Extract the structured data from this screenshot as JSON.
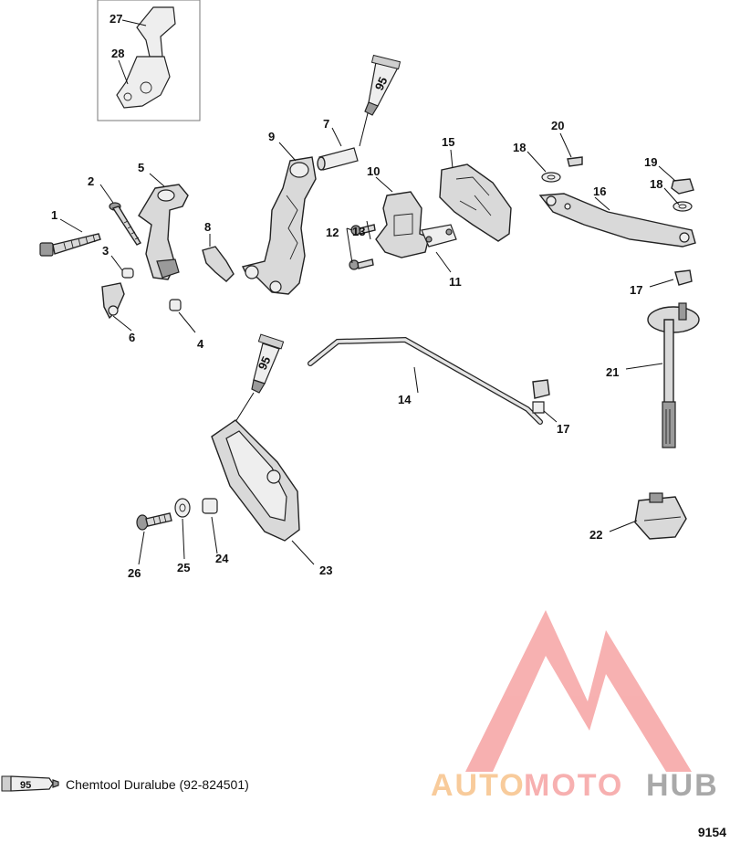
{
  "callouts": [
    {
      "id": "27",
      "label": "27"
    },
    {
      "id": "28",
      "label": "28"
    },
    {
      "id": "1",
      "label": "1"
    },
    {
      "id": "2",
      "label": "2"
    },
    {
      "id": "3",
      "label": "3"
    },
    {
      "id": "4",
      "label": "4"
    },
    {
      "id": "5",
      "label": "5"
    },
    {
      "id": "6",
      "label": "6"
    },
    {
      "id": "7",
      "label": "7"
    },
    {
      "id": "8",
      "label": "8"
    },
    {
      "id": "9",
      "label": "9"
    },
    {
      "id": "10",
      "label": "10"
    },
    {
      "id": "11",
      "label": "11"
    },
    {
      "id": "12",
      "label": "12"
    },
    {
      "id": "13",
      "label": "13"
    },
    {
      "id": "14",
      "label": "14"
    },
    {
      "id": "15",
      "label": "15"
    },
    {
      "id": "16",
      "label": "16"
    },
    {
      "id": "17a",
      "label": "17"
    },
    {
      "id": "17b",
      "label": "17"
    },
    {
      "id": "18a",
      "label": "18"
    },
    {
      "id": "18b",
      "label": "18"
    },
    {
      "id": "19",
      "label": "19"
    },
    {
      "id": "20",
      "label": "20"
    },
    {
      "id": "21",
      "label": "21"
    },
    {
      "id": "22",
      "label": "22"
    },
    {
      "id": "23",
      "label": "23"
    },
    {
      "id": "24",
      "label": "24"
    },
    {
      "id": "25",
      "label": "25"
    },
    {
      "id": "26",
      "label": "26"
    }
  ],
  "lubricant_tube_label": "95",
  "legend": {
    "tube_label": "95",
    "text": "Chemtool Duralube (92-824501)"
  },
  "watermark": {
    "word_part1": "AUTO",
    "word_part2": "MOTO",
    "word_part3": "HUB",
    "color_light": "#f7c38a",
    "color_accent": "#f6a3a3",
    "color_gray": "#9b9b9b"
  },
  "figure_number": "9154"
}
